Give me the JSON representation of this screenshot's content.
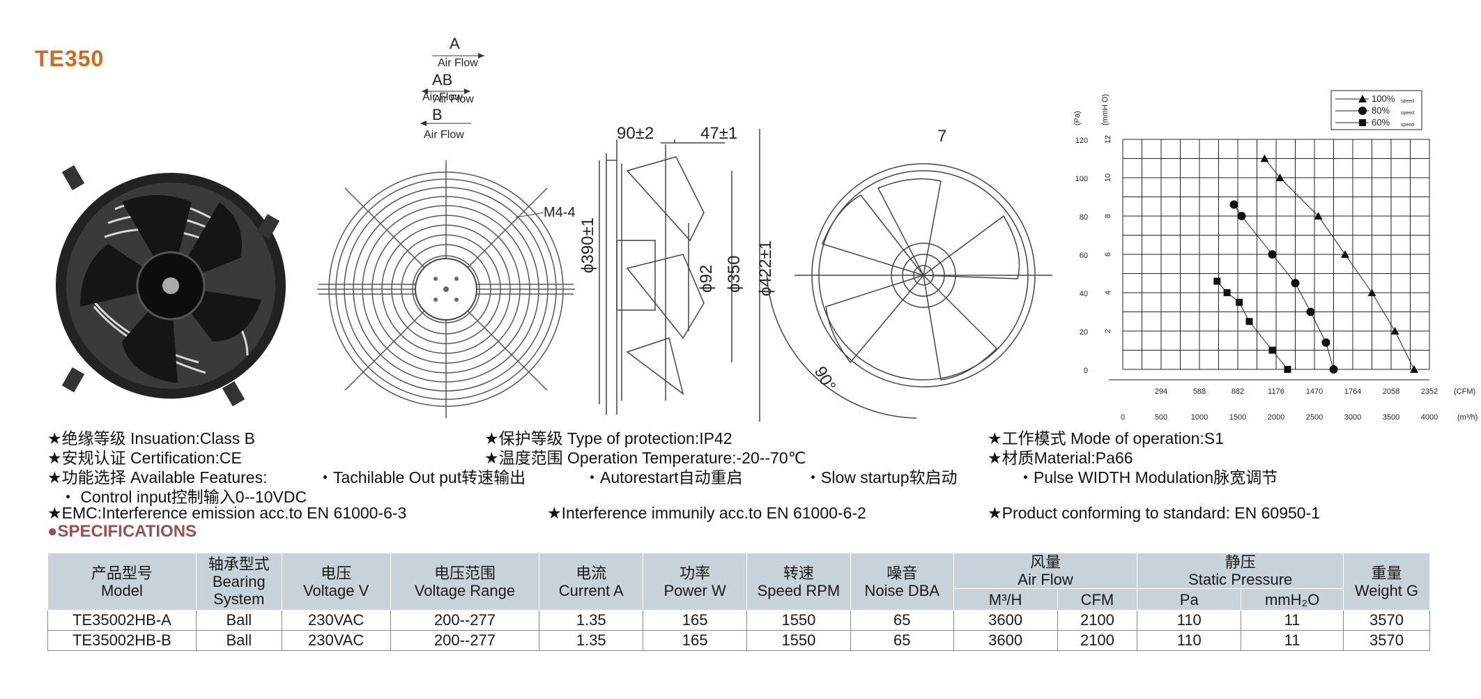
{
  "model_title": "TE350",
  "airflow": {
    "a_letter": "A",
    "b_letter": "B",
    "ab_letter": "AB",
    "air_flow": "Air Flow",
    "a_label": "Air Flow",
    "b_label": "Air Flow",
    "ab_label": "Air Flow"
  },
  "dimensions": {
    "m44": "M4-4",
    "d90": "90±2",
    "d47": "47±1",
    "d390": "ϕ390±1",
    "d92": "ϕ92",
    "d350": "ϕ350",
    "d422": "ϕ422±1",
    "d7": "7",
    "d90deg": "90°"
  },
  "features": {
    "row1": [
      "★绝缘等级 Insuation:Class B",
      "★保护等级 Type of protection:IP42",
      "★工作模式 Mode of operation:S1"
    ],
    "row2": [
      "★安规认证 Certification:CE",
      "★温度范围 Operation Temperature:-20--70℃",
      "★材质Material:Pa66"
    ],
    "row3": [
      "★功能选择 Available Features:",
      "・Tachilable Out put转速输出",
      "・Autorestart自动重启",
      "・Slow startup软启动",
      "・Pulse WIDTH Modulation脉宽调节"
    ],
    "row4": "・ Control input控制输入0--10VDC",
    "row5": [
      "★EMC:Interference emission acc.to EN 61000-6-3",
      "★Interference immunily acc.to EN 61000-6-2",
      "★Product conforming to standard: EN 60950-1"
    ]
  },
  "specifications_heading": "●SPECIFICATIONS",
  "table": {
    "headers": {
      "model": [
        "产品型号",
        "Model"
      ],
      "bearing": [
        "轴承型式",
        "Bearing",
        "System"
      ],
      "voltage": [
        "电压",
        "Voltage V"
      ],
      "range": [
        "电压范围",
        "Voltage Range"
      ],
      "current": [
        "电流",
        "Current A"
      ],
      "power": [
        "功率",
        "Power W"
      ],
      "speed": [
        "转速",
        "Speed RPM"
      ],
      "noise": [
        "噪音",
        "Noise DBA"
      ],
      "airflow": [
        "风量",
        "Air Flow"
      ],
      "pressure": [
        "静压",
        "Static Pressure"
      ],
      "weight": [
        "重量",
        "Weight G"
      ],
      "sub": [
        "M³/H",
        "CFM",
        "Pa",
        "mmH₂O"
      ]
    },
    "rows": [
      [
        "TE35002HB-A",
        "Ball",
        "230VAC",
        "200--277",
        "1.35",
        "165",
        "1550",
        "65",
        "3600",
        "2100",
        "110",
        "11",
        "3570"
      ],
      [
        "TE35002HB-B",
        "Ball",
        "230VAC",
        "200--277",
        "1.35",
        "165",
        "1550",
        "65",
        "3600",
        "2100",
        "110",
        "11",
        "3570"
      ]
    ]
  },
  "chart_data": {
    "type": "line",
    "xlabel": "(CFM)",
    "xlabel2": "(m³/h)",
    "ylabel": "(Pa)",
    "ylabel2": "(mmH O)",
    "x_ticks_cfm": [
      "294",
      "588",
      "882",
      "1176",
      "1470",
      "1764",
      "2058",
      "2352"
    ],
    "x_ticks_m3h": [
      "0",
      "500",
      "1000",
      "1500",
      "2000",
      "2500",
      "3000",
      "3500",
      "4000"
    ],
    "y_ticks_pa": [
      "0",
      "20",
      "40",
      "60",
      "80",
      "100",
      "120"
    ],
    "y_ticks_mmh2o": [
      "2",
      "4",
      "6",
      "8",
      "10",
      "12"
    ],
    "xlim": [
      0,
      4000
    ],
    "ylim": [
      0,
      120
    ],
    "grid": true,
    "legend": "top-right",
    "series": [
      {
        "name": "100%",
        "name_sub": "speed",
        "marker": "triangle",
        "x": [
          1850,
          2050,
          2550,
          2900,
          3250,
          3550,
          3800
        ],
        "y": [
          110,
          100,
          80,
          60,
          40,
          20,
          0
        ]
      },
      {
        "name": "80%",
        "name_sub": "speed",
        "marker": "circle",
        "x": [
          1450,
          1550,
          1950,
          2250,
          2450,
          2650,
          2750
        ],
        "y": [
          86,
          80,
          60,
          45,
          30,
          14,
          0
        ]
      },
      {
        "name": "60%",
        "name_sub": "speed",
        "marker": "square",
        "x": [
          1230,
          1360,
          1520,
          1650,
          1950,
          2150
        ],
        "y": [
          46,
          40,
          35,
          25,
          10,
          0
        ]
      }
    ]
  }
}
